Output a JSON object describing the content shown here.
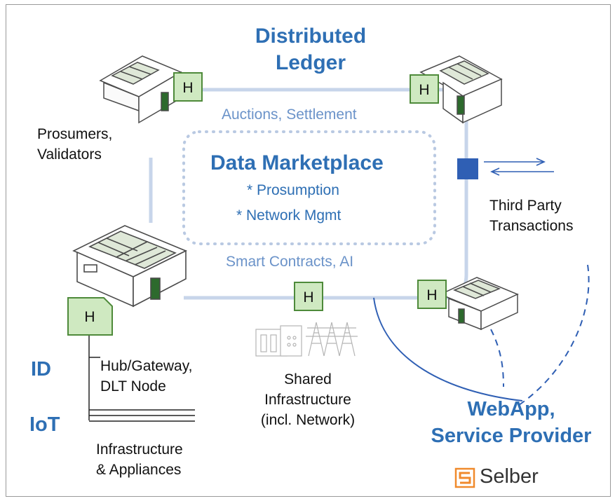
{
  "title": {
    "line1": "Distributed",
    "line2": "Ledger"
  },
  "top_process": "Auctions, Settlement",
  "bottom_process": "Smart Contracts, AI",
  "marketplace": {
    "title": "Data Marketplace",
    "items": [
      "* Prosumption",
      "* Network Mgmt"
    ]
  },
  "prosumers": {
    "line1": "Prosumers,",
    "line2": "Validators"
  },
  "third_party": {
    "line1": "Third Party",
    "line2": "Transactions"
  },
  "hub": {
    "line1": "Hub/Gateway,",
    "line2": "DLT Node"
  },
  "infra_appliances": {
    "line1": "Infrastructure",
    "line2": "& Appliances"
  },
  "shared_infra": {
    "line1": "Shared",
    "line2": "Infrastructure",
    "line3": "(incl. Network)"
  },
  "webapp": {
    "line1": "WebApp,",
    "line2": "Service Provider"
  },
  "side_labels": {
    "id": "ID",
    "iot": "IoT"
  },
  "node_label": "H",
  "brand": {
    "name": "Selber",
    "logo_letter": "S",
    "color": "#f08a2c"
  },
  "colors": {
    "accent": "#2e6fb4",
    "light_accent": "#6b93c9",
    "node_fill": "#cfe9c1",
    "node_stroke": "#4e8a3a",
    "ring": "#c7d5ea"
  }
}
